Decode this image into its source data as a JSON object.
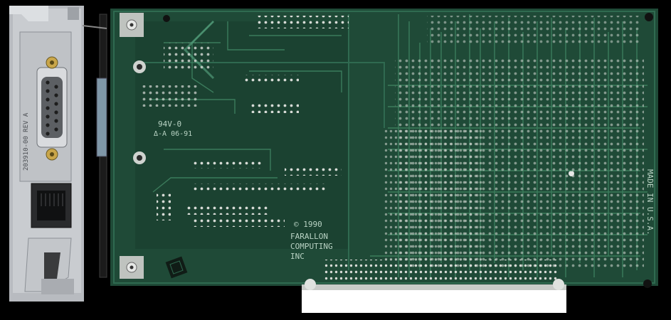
{
  "image": {
    "subject": "Farallon Computing expansion card, solder side",
    "colors": {
      "background": "#000000",
      "bracket": "#c9ccd0",
      "pcb": "#1f4a37",
      "pcb_dark": "#183d2d",
      "trace": "#2f6a50",
      "silkscreen": "#b9d3c4",
      "pad": "#d7dbd6",
      "edge_connector": "#ffffff"
    }
  },
  "bracket": {
    "stamp_text": "203910-00 REV A"
  },
  "board": {
    "rating": "94V-0",
    "revision": "-A 06-91",
    "copyright": "© 1990",
    "maker_line1": "FARALLON",
    "maker_line2": "COMPUTING",
    "maker_line3": "INC",
    "origin": "MADE IN U.S.A."
  }
}
